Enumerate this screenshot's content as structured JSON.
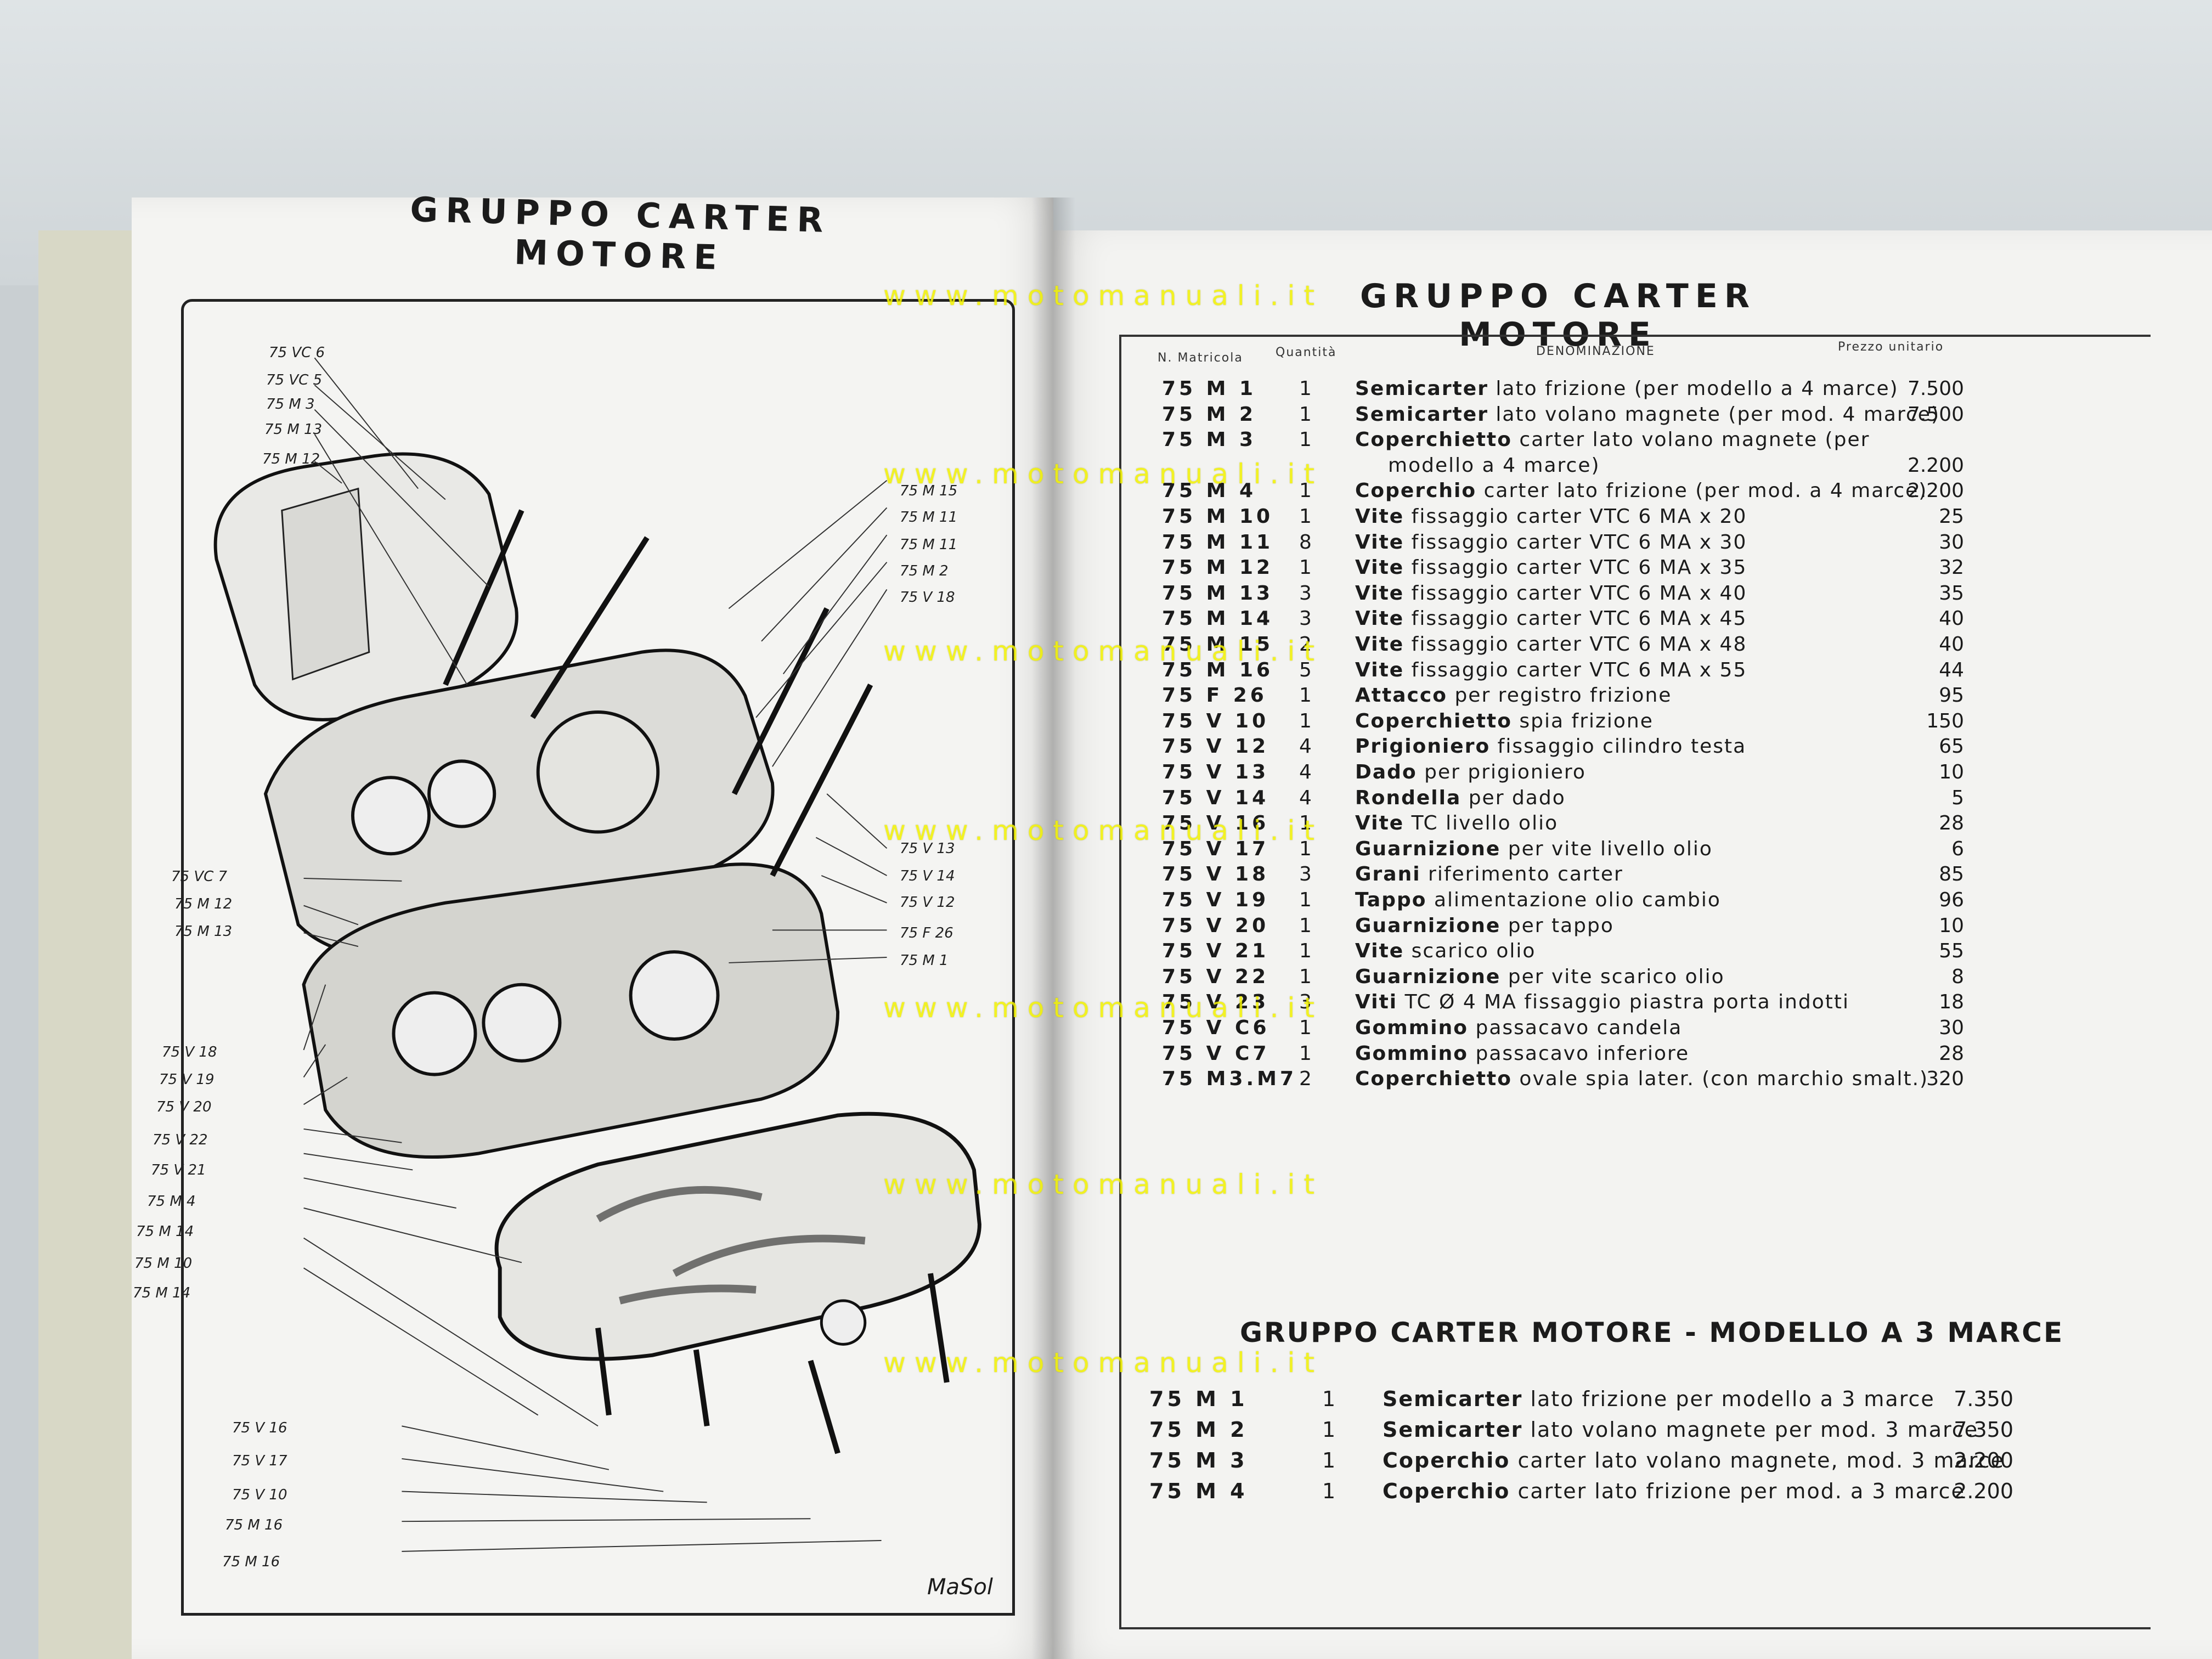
{
  "left_page": {
    "title": "GRUPPO CARTER MOTORE",
    "signature": "MaSol",
    "callouts_top": [
      "75 VC 6",
      "75 VC 5",
      "75 M 3",
      "75 M 13",
      "75 M 12"
    ],
    "callouts_right": [
      "75 M 15",
      "75 M 11",
      "75 M 11",
      "75 M 2",
      "75 V 18",
      "75 V 13",
      "75 V 14",
      "75 V 12",
      "75 F 26",
      "75 M 1"
    ],
    "callouts_left": [
      "75 VC 7",
      "75 M 12",
      "75 M 13",
      "75 V 18",
      "75 V 19",
      "75 V 20",
      "75 V 22",
      "75 V 21",
      "75 M 4",
      "75 M 14",
      "75 M 10",
      "75 M 14"
    ],
    "callouts_bottom": [
      "75 V 16",
      "75 V 17",
      "75 V 10",
      "75 M 16",
      "75 M 16"
    ]
  },
  "right_page": {
    "title": "GRUPPO CARTER MOTORE",
    "headers": {
      "matricola": "N. Matricola",
      "quantita": "Quantità",
      "denominazione": "DENOMINAZIONE",
      "prezzo": "Prezzo unitario"
    },
    "rows": [
      {
        "code": "75 M 1",
        "qty": "1",
        "bold": "Semicarter",
        "rest": "lato frizione (per modello a 4 marce)",
        "price": "7.500"
      },
      {
        "code": "75 M 2",
        "qty": "1",
        "bold": "Semicarter",
        "rest": "lato volano magnete (per mod. 4 marce)",
        "price": "7.500"
      },
      {
        "code": "75 M 3",
        "qty": "1",
        "bold": "Coperchietto",
        "rest": "carter lato volano magnete (per",
        "price": ""
      },
      {
        "code": "",
        "qty": "",
        "bold": "",
        "rest": "modello a 4 marce)",
        "price": "2.200"
      },
      {
        "code": "75 M 4",
        "qty": "1",
        "bold": "Coperchio",
        "rest": "carter lato frizione (per mod. a 4 marce)",
        "price": "2.200"
      },
      {
        "code": "75 M 10",
        "qty": "1",
        "bold": "Vite",
        "rest": "fissaggio carter VTC 6 MA x 20",
        "price": "25"
      },
      {
        "code": "75 M 11",
        "qty": "8",
        "bold": "Vite",
        "rest": "fissaggio carter VTC 6 MA x 30",
        "price": "30"
      },
      {
        "code": "75 M 12",
        "qty": "1",
        "bold": "Vite",
        "rest": "fissaggio carter VTC 6 MA x 35",
        "price": "32"
      },
      {
        "code": "75 M 13",
        "qty": "3",
        "bold": "Vite",
        "rest": "fissaggio carter VTC 6 MA x 40",
        "price": "35"
      },
      {
        "code": "75 M 14",
        "qty": "3",
        "bold": "Vite",
        "rest": "fissaggio carter VTC 6 MA x 45",
        "price": "40"
      },
      {
        "code": "75 M 15",
        "qty": "2",
        "bold": "Vite",
        "rest": "fissaggio carter VTC 6 MA x 48",
        "price": "40"
      },
      {
        "code": "75 M 16",
        "qty": "5",
        "bold": "Vite",
        "rest": "fissaggio carter VTC 6 MA x 55",
        "price": "44"
      },
      {
        "code": "75 F 26",
        "qty": "1",
        "bold": "Attacco",
        "rest": "per registro frizione",
        "price": "95"
      },
      {
        "code": "75 V 10",
        "qty": "1",
        "bold": "Coperchietto",
        "rest": "spia frizione",
        "price": "150"
      },
      {
        "code": "75 V 12",
        "qty": "4",
        "bold": "Prigioniero",
        "rest": "fissaggio cilindro testa",
        "price": "65"
      },
      {
        "code": "75 V 13",
        "qty": "4",
        "bold": "Dado",
        "rest": "per prigioniero",
        "price": "10"
      },
      {
        "code": "75 V 14",
        "qty": "4",
        "bold": "Rondella",
        "rest": "per dado",
        "price": "5"
      },
      {
        "code": "75 V 16",
        "qty": "1",
        "bold": "Vite",
        "rest": "TC livello olio",
        "price": "28"
      },
      {
        "code": "75 V 17",
        "qty": "1",
        "bold": "Guarnizione",
        "rest": "per vite livello olio",
        "price": "6"
      },
      {
        "code": "75 V 18",
        "qty": "3",
        "bold": "Grani",
        "rest": "riferimento carter",
        "price": "85"
      },
      {
        "code": "75 V 19",
        "qty": "1",
        "bold": "Tappo",
        "rest": "alimentazione olio cambio",
        "price": "96"
      },
      {
        "code": "75 V 20",
        "qty": "1",
        "bold": "Guarnizione",
        "rest": "per tappo",
        "price": "10"
      },
      {
        "code": "75 V 21",
        "qty": "1",
        "bold": "Vite",
        "rest": "scarico olio",
        "price": "55"
      },
      {
        "code": "75 V 22",
        "qty": "1",
        "bold": "Guarnizione",
        "rest": "per vite scarico olio",
        "price": "8"
      },
      {
        "code": "75 V 23",
        "qty": "3",
        "bold": "Viti",
        "rest": "TC Ø 4 MA fissaggio piastra porta indotti",
        "price": "18"
      },
      {
        "code": "75 V C6",
        "qty": "1",
        "bold": "Gommino",
        "rest": "passacavo candela",
        "price": "30"
      },
      {
        "code": "75 V C7",
        "qty": "1",
        "bold": "Gommino",
        "rest": "passacavo inferiore",
        "price": "28"
      },
      {
        "code": "75 M3.M7",
        "qty": "2",
        "bold": "Coperchietto",
        "rest": "ovale spia later. (con marchio smalt.)",
        "price": "320"
      }
    ],
    "subtitle": "GRUPPO CARTER MOTORE - MODELLO A 3 MARCE",
    "rows_3marce": [
      {
        "code": "75 M 1",
        "qty": "1",
        "bold": "Semicarter",
        "rest": "lato frizione per modello a 3 marce",
        "price": "7.350"
      },
      {
        "code": "75 M 2",
        "qty": "1",
        "bold": "Semicarter",
        "rest": "lato volano magnete per mod. 3 marce",
        "price": "7.350"
      },
      {
        "code": "75 M 3",
        "qty": "1",
        "bold": "Coperchio",
        "rest": "carter lato volano magnete, mod. 3 marce",
        "price": "2.200"
      },
      {
        "code": "75 M 4",
        "qty": "1",
        "bold": "Coperchio",
        "rest": "carter lato frizione per mod. a 3 marce",
        "price": "2.200"
      }
    ]
  },
  "watermark": "www.motomanuali.it",
  "colors": {
    "watermark": "#f2f200",
    "ink": "#1b1b1b",
    "paper": "#f3f3f1"
  }
}
